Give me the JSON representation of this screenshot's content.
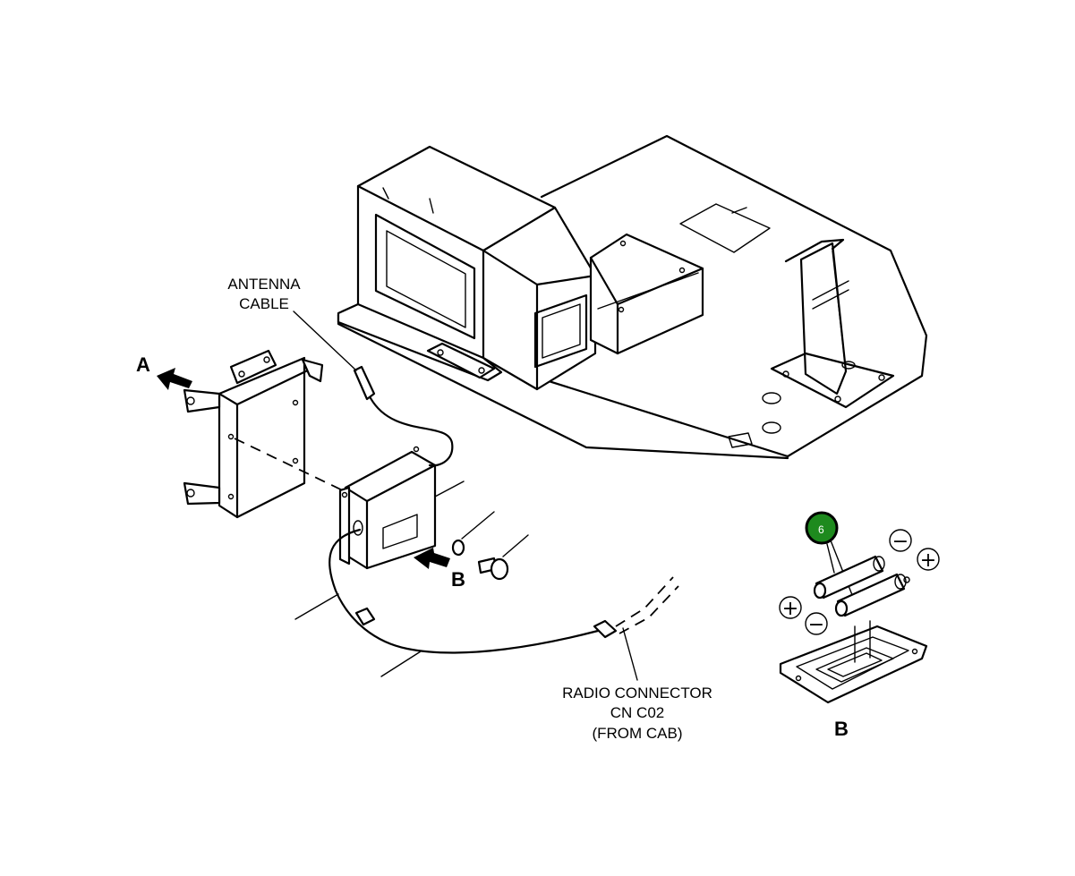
{
  "labels": {
    "antenna_cable": [
      "ANTENNA",
      "CABLE"
    ],
    "radio_connector": [
      "RADIO CONNECTOR",
      "CN C02",
      "(FROM CAB)"
    ],
    "arrow_a": "A",
    "arrow_b": "B",
    "detail_b": "B"
  },
  "badge": {
    "number": "6",
    "color": "#1e8a1e"
  },
  "polarity": {
    "plus": "+",
    "minus": "−"
  }
}
